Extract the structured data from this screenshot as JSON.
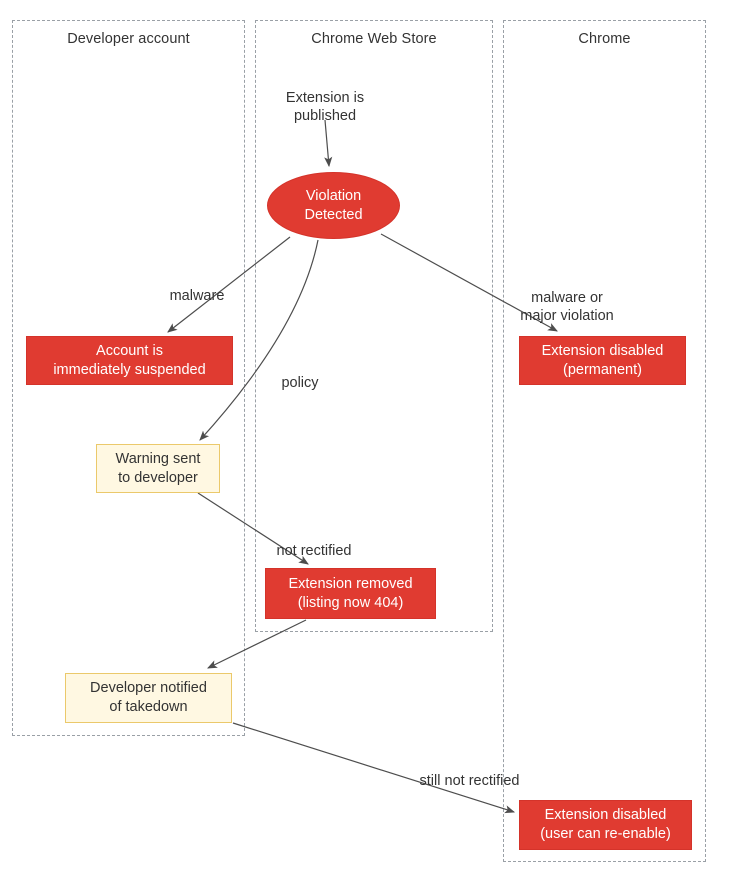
{
  "diagram": {
    "type": "flowchart-swimlane",
    "title": "Chrome Web Store extension violation takedown flow",
    "colors": {
      "node_red_fill": "#E03B31",
      "node_red_border": "#D4332A",
      "node_cream_fill": "#FFF8E2",
      "node_cream_border": "#EBC96B",
      "lane_border": "#9AA0A6",
      "edge_stroke": "#4D4D4D",
      "text_dark": "#333333",
      "text_light": "#FFFFFF",
      "background": "#FFFFFF"
    },
    "lanes": [
      {
        "id": "developer-account",
        "title": "Developer account"
      },
      {
        "id": "chrome-web-store",
        "title": "Chrome Web Store"
      },
      {
        "id": "chrome",
        "title": "Chrome"
      }
    ],
    "nodes": [
      {
        "id": "extension-published",
        "label": "Extension is\npublished",
        "shape": "text",
        "lane": "chrome-web-store"
      },
      {
        "id": "violation-detected",
        "label": "Violation\nDetected",
        "shape": "ellipse",
        "lane": "chrome-web-store"
      },
      {
        "id": "account-suspended",
        "label": "Account is\nimmediately suspended",
        "shape": "rect-red",
        "lane": "developer-account"
      },
      {
        "id": "extension-disabled-permanent",
        "label": "Extension disabled\n(permanent)",
        "shape": "rect-red",
        "lane": "chrome"
      },
      {
        "id": "warning-sent",
        "label": "Warning sent\nto developer",
        "shape": "rect-cream",
        "lane": "developer-account"
      },
      {
        "id": "extension-removed",
        "label": "Extension removed\n(listing now 404)",
        "shape": "rect-red",
        "lane": "chrome-web-store"
      },
      {
        "id": "developer-notified",
        "label": "Developer notified\nof takedown",
        "shape": "rect-cream",
        "lane": "developer-account"
      },
      {
        "id": "extension-disabled-reenable",
        "label": "Extension disabled\n(user can re-enable)",
        "shape": "rect-red",
        "lane": "chrome"
      }
    ],
    "edges": [
      {
        "id": "published-to-violation",
        "from": "extension-published",
        "to": "violation-detected",
        "label": ""
      },
      {
        "id": "violation-to-suspended",
        "from": "violation-detected",
        "to": "account-suspended",
        "label": "malware"
      },
      {
        "id": "violation-to-warning",
        "from": "violation-detected",
        "to": "warning-sent",
        "label": "policy"
      },
      {
        "id": "violation-to-disabled-permanent",
        "from": "violation-detected",
        "to": "extension-disabled-permanent",
        "label": "malware or\nmajor violation"
      },
      {
        "id": "warning-to-removed",
        "from": "warning-sent",
        "to": "extension-removed",
        "label": "not rectified"
      },
      {
        "id": "removed-to-notified",
        "from": "extension-removed",
        "to": "developer-notified",
        "label": ""
      },
      {
        "id": "notified-to-disabled-reenable",
        "from": "developer-notified",
        "to": "extension-disabled-reenable",
        "label": "still not rectified"
      }
    ]
  }
}
